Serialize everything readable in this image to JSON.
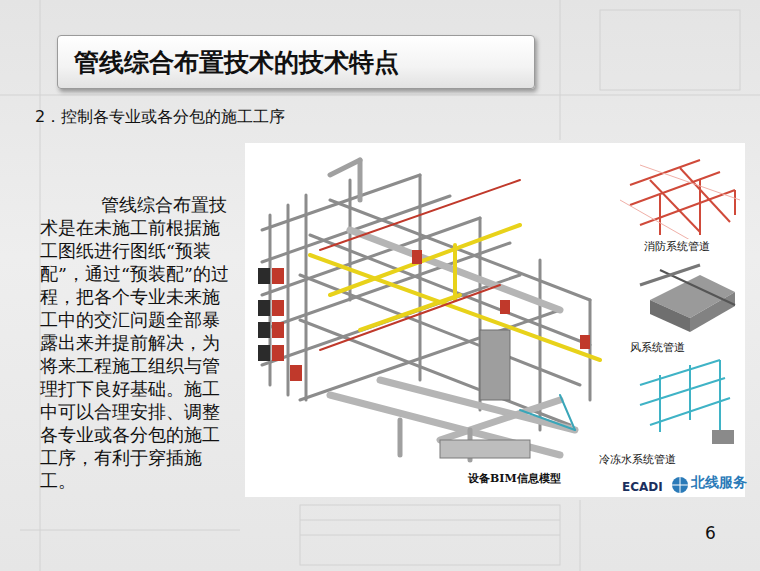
{
  "diagram": {
    "title": "管线综合布置技术的技术特点",
    "nodes": [
      {
        "text": [
          "管线综合布置技术的技术特点"
        ]
      }
    ],
    "labels": [
      "2．控制各专业或各分包的施工工序",
      "管线综合布置技术是在未施工前根据施工图纸进行图纸“预装配”，通过“预装配”的过程，把各个专业未来施工中的交汇问题全部暴露出来并提前解决，为将来工程施工组织与管理打下良好基础。施工中可以合理安排、调整各专业或各分包的施工工序，有利于穿插施工。",
      "消防系统管道",
      "风系统管道",
      "冷冻水系统管道",
      "设备BIM信息模型",
      "ECADI",
      "北线服务",
      "6"
    ]
  }
}
